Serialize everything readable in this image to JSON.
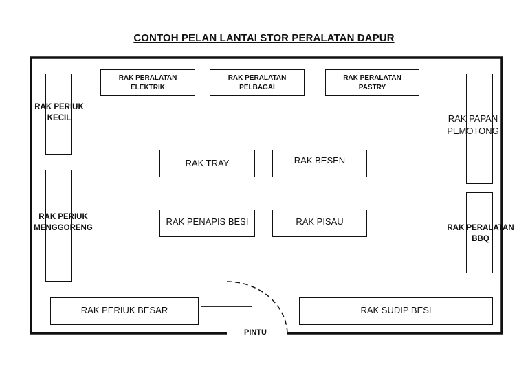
{
  "title": "CONTOH PELAN LANTAI STOR PERALATAN DAPUR",
  "shelves": {
    "elektrik": "RAK PERALATAN\nELEKTRIK",
    "pelbagai": "RAK PERALATAN\nPELBAGAI",
    "pastry": "RAK PERALATAN\nPASTRY",
    "periuk_kecil": "RAK PERIUK\nKECIL",
    "periuk_menggoreng": "RAK PERIUK\nMENGGORENG",
    "papan_pemotong": "RAK PAPAN\nPEMOTONG",
    "peralatan_bbq": "RAK PERALATAN\nBBQ",
    "tray": "RAK TRAY",
    "besen": "RAK BESEN",
    "penapis_besi": "RAK PENAPIS BESI",
    "pisau": "RAK PISAU",
    "periuk_besar": "RAK PERIUK BESAR",
    "sudip_besi": "RAK SUDIP BESI"
  },
  "door": {
    "label": "PINTU"
  }
}
